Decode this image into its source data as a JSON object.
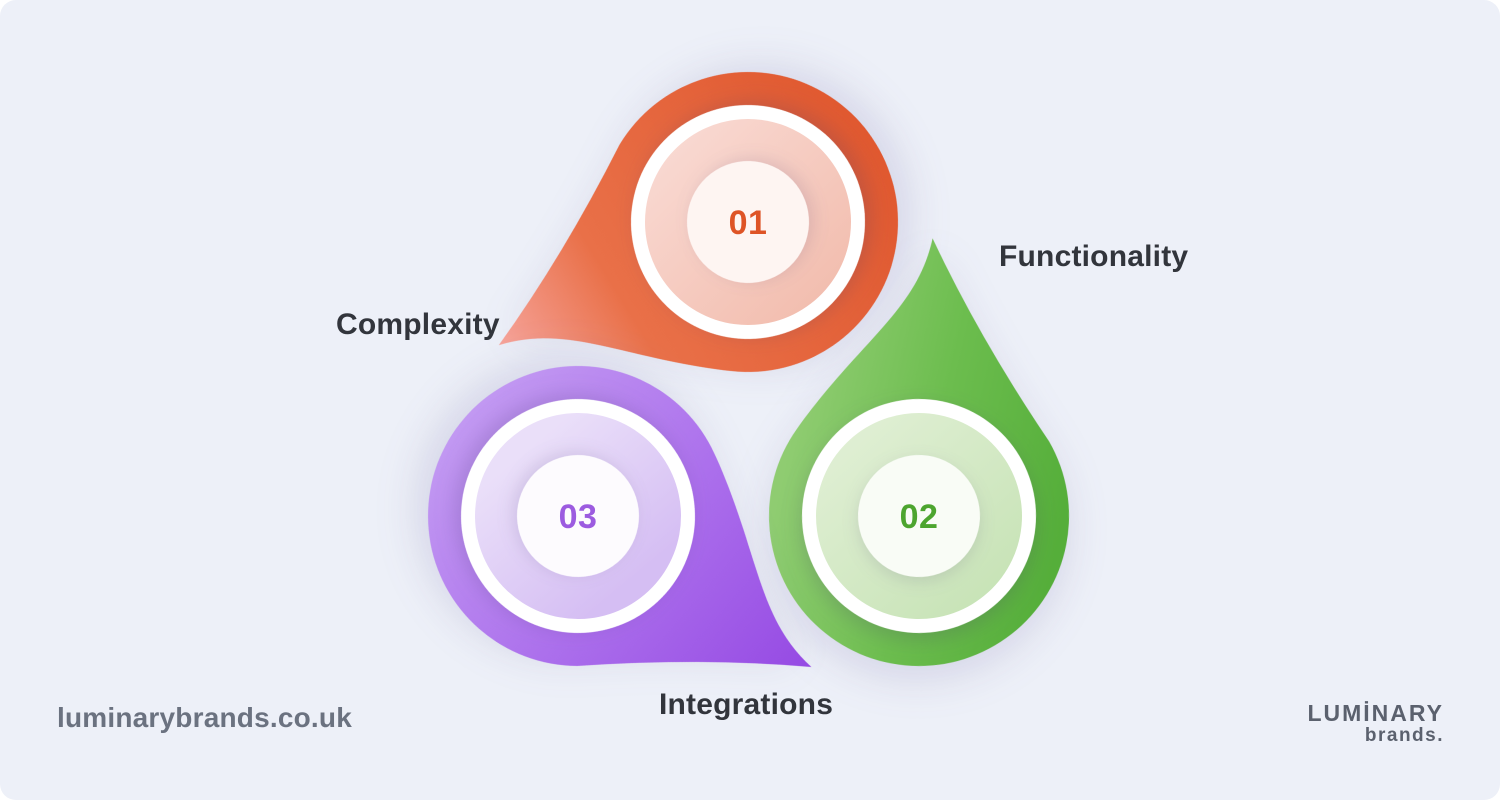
{
  "canvas": {
    "background": "#EDF0F8"
  },
  "diagram": {
    "label_color": "#32353C",
    "items": [
      {
        "number": "01",
        "label": "Complexity",
        "number_color": "#DE5426",
        "outer": {
          "light": "#F6A49B",
          "mid": "#E97048",
          "dark": "#E0582F"
        },
        "pastel": {
          "light": "#F9D9D2",
          "dark": "#F2BDAE"
        },
        "center_fill": "#FEF5F2"
      },
      {
        "number": "02",
        "label": "Functionality",
        "number_color": "#4DA52F",
        "outer": {
          "light": "#8FCC71",
          "mid": "#6CBD4E",
          "dark": "#55AE3A"
        },
        "pastel": {
          "light": "#E0EFD4",
          "dark": "#C7E3B6"
        },
        "center_fill": "#F9FCF6"
      },
      {
        "number": "03",
        "label": "Integrations",
        "number_color": "#9C5BE0",
        "outer": {
          "light": "#C299F2",
          "mid": "#AC70EC",
          "dark": "#9549E3"
        },
        "pastel": {
          "light": "#EADFF9",
          "dark": "#D5BEF3"
        },
        "center_fill": "#FDFBFE"
      }
    ]
  },
  "footer": {
    "website": "luminarybrands.co.uk",
    "website_color": "#6B7280",
    "logo": {
      "primary": "LUMİNARY",
      "secondary": "brands.",
      "color": "#5B616E"
    }
  }
}
